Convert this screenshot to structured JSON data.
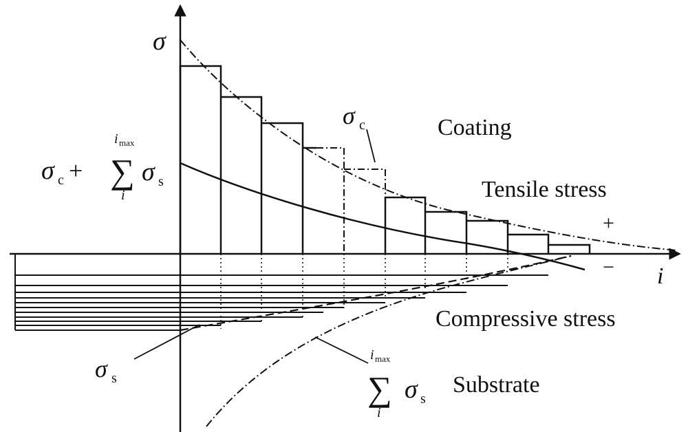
{
  "labels": {
    "y_axis": "σ",
    "x_axis": "i",
    "coating": "Coating",
    "tensile": "Tensile stress",
    "compressive": "Compressive stress",
    "substrate": "Substrate",
    "plus": "+",
    "minus": "−",
    "sigma_c_main": "σ",
    "sigma_c_sub": "c",
    "sigma_s_main": "σ",
    "sigma_s_sub": "s",
    "formula_left": {
      "sigma": "σ",
      "c_sub": "c",
      "plus": "+",
      "sum": "∑",
      "upper": "i",
      "upper_sub": "max",
      "lower": "i",
      "sigma2": "σ",
      "s_sub": "s"
    },
    "formula_bottom": {
      "sum": "∑",
      "upper": "i",
      "upper_sub": "max",
      "lower": "i",
      "sigma": "σ",
      "s_sub": "s"
    }
  },
  "colors": {
    "ink": "#111111",
    "background": "#ffffff"
  }
}
